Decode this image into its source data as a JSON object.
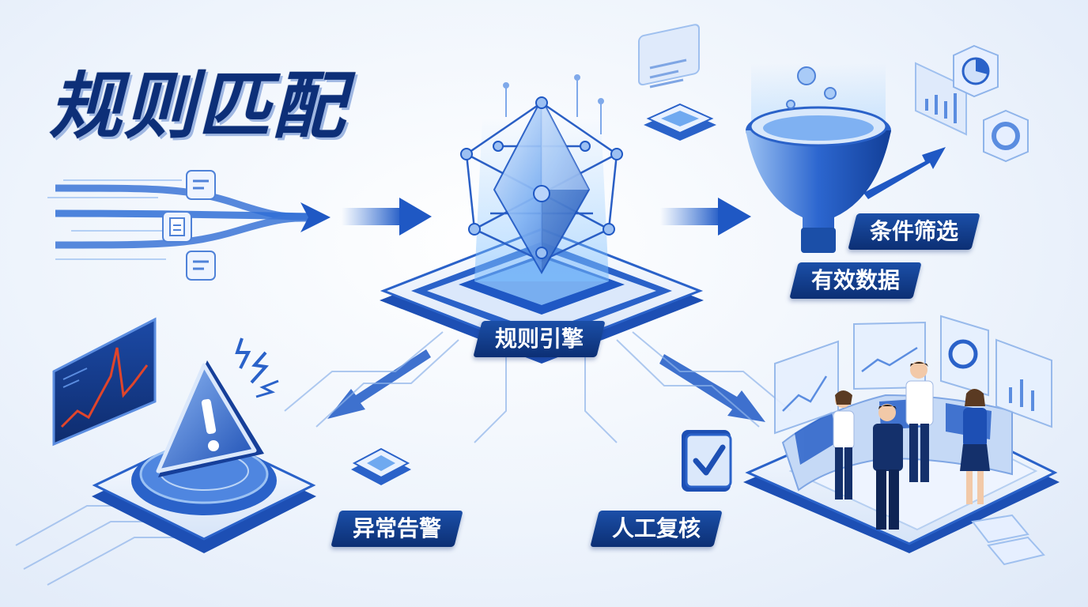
{
  "title": "规则匹配",
  "nodes": {
    "engine": "规则引擎",
    "filter": "条件筛选",
    "valid": "有效数据",
    "alert": "异常告警",
    "review": "人工复核"
  },
  "colors": {
    "primary": "#0d2f78",
    "accent": "#2f6fd6",
    "light": "#bcd5f6",
    "alert_line": "#e0452b"
  },
  "icons": [
    "document-icon",
    "crystal-network-icon",
    "funnel-icon",
    "warning-icon",
    "checkmark-icon",
    "team-icon",
    "chart-panel-icon"
  ]
}
